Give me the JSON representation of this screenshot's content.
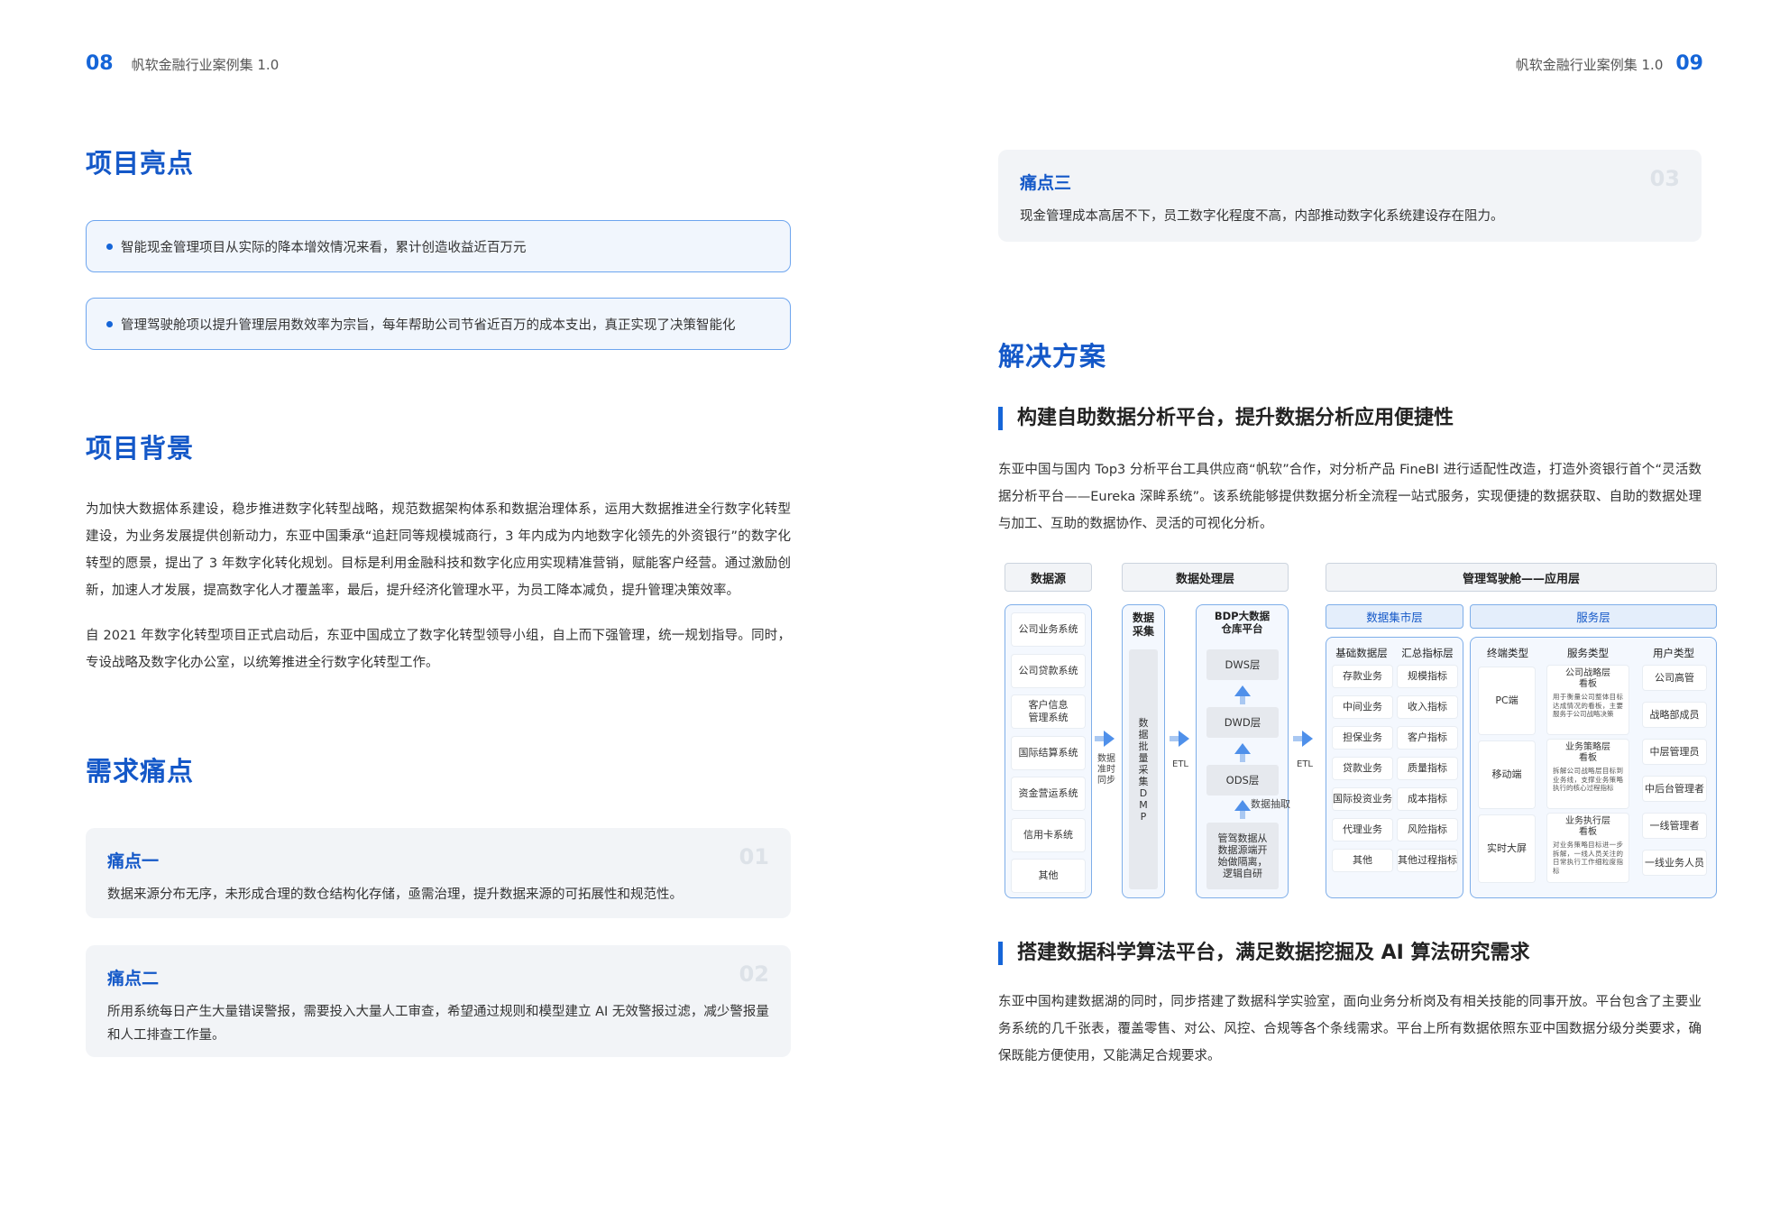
{
  "header": {
    "left_page_num": "08",
    "left_title": "帆软金融行业案例集 1.0",
    "right_title": "帆软金融行业案例集 1.0",
    "right_page_num": "09"
  },
  "highlights": {
    "title": "项目亮点",
    "items": [
      "智能现金管理项目从实际的降本增效情况来看，累计创造收益近百万元",
      "管理驾驶舱项以提升管理层用数效率为宗旨，每年帮助公司节省近百万的成本支出，真正实现了决策智能化"
    ]
  },
  "background": {
    "title": "项目背景",
    "p1": "为加快大数据体系建设，稳步推进数字化转型战略，规范数据架构体系和数据治理体系，运用大数据推进全行数字化转型建设，为业务发展提供创新动力，东亚中国秉承“追赶同等规模城商行，3 年内成为内地数字化领先的外资银行”的数字化转型的愿景，提出了 3 年数字化转化规划。目标是利用金融科技和数字化应用实现精准营销，赋能客户经营。通过激励创新，加速人才发展，提高数字化人才覆盖率，最后，提升经济化管理水平，为员工降本减负，提升管理决策效率。",
    "p2": "自 2021 年数字化转型项目正式启动后，东亚中国成立了数字化转型领导小组，自上而下强管理，统一规划指导。同时，专设战略及数字化办公室，以统筹推进全行数字化转型工作。"
  },
  "pain_points": {
    "title": "需求痛点",
    "items": [
      {
        "title": "痛点一",
        "num": "01",
        "desc": "数据来源分布无序，未形成合理的数仓结构化存储，亟需治理，提升数据来源的可拓展性和规范性。"
      },
      {
        "title": "痛点二",
        "num": "02",
        "desc": "所用系统每日产生大量错误警报，需要投入大量人工审查，希望通过规则和模型建立 AI 无效警报过滤，减少警报量和人工排查工作量。"
      },
      {
        "title": "痛点三",
        "num": "03",
        "desc": "现金管理成本高居不下，员工数字化程度不高，内部推动数字化系统建设存在阻力。"
      }
    ]
  },
  "solution": {
    "title": "解决方案",
    "s1_title": "构建自助数据分析平台，提升数据分析应用便捷性",
    "s1_text": "东亚中国与国内 Top3 分析平台工具供应商“帆软”合作，对分析产品 FineBI 进行适配性改造，打造外资银行首个“灵活数据分析平台——Eureka 深眸系统”。该系统能够提供数据分析全流程一站式服务，实现便捷的数据获取、自助的数据处理与加工、互助的数据协作、灵活的可视化分析。",
    "s2_title": "搭建数据科学算法平台，满足数据挖掘及 AI 算法研究需求",
    "s2_text": "东亚中国构建数据湖的同时，同步搭建了数据科学实验室，面向业务分析岗及有相关技能的同事开放。平台包含了主要业务系统的几千张表，覆盖零售、对公、风控、合规等各个条线需求。平台上所有数据依照东亚中国数据分级分类要求，确保既能方便使用，又能满足合规要求。"
  },
  "diagram": {
    "h_source": "数据源",
    "h_process": "数据处理层",
    "h_app": "管理驾驶舱——应用层",
    "sources": [
      "公司业务系统",
      "公司贷款系统",
      "客户信息\n管理系统",
      "国际结算系统",
      "资金营运系统",
      "信用卡系统",
      "其他"
    ],
    "sync_label": "数据\n准时\n同步",
    "collect_title": "数据\n采集",
    "collect_body": "数据批量采集DMP",
    "etl1": "ETL",
    "bdp_title": "BDP大数据\n仓库平台",
    "dws": "DWS层",
    "dwd": "DWD层",
    "ods": "ODS层",
    "extract": "数据抽取",
    "bdp_note": "管驾数据从\n数据源端开\n始做隔离，\n逻辑自研",
    "etl2": "ETL",
    "mart_hdr": "数据集市层",
    "service_hdr": "服务层",
    "base_title": "基础数据层",
    "base_items": [
      "存款业务",
      "中间业务",
      "担保业务",
      "贷款业务",
      "国际投资业务",
      "代理业务",
      "其他"
    ],
    "summary_title": "汇总指标层",
    "summary_items": [
      "规模指标",
      "收入指标",
      "客户指标",
      "质量指标",
      "成本指标",
      "风险指标",
      "其他过程指标"
    ],
    "terminal_title": "终端类型",
    "terminal_items": [
      "PC端",
      "移动端",
      "实时大屏"
    ],
    "service_title": "服务类型",
    "service_items": [
      {
        "name": "公司战略层\n看板",
        "desc": "用于衡量公司整体目标达成情况的看板，主要服务于公司战略决策"
      },
      {
        "name": "业务策略层\n看板",
        "desc": "拆解公司战略层目标到业务线，支撑业务策略执行的核心过程指标"
      },
      {
        "name": "业务执行层\n看板",
        "desc": "对业务策略目标进一步拆解，一线人员关注的日常执行工作细粒度指标"
      }
    ],
    "user_title": "用户类型",
    "user_items": [
      "公司高管",
      "战略部成员",
      "中层管理员",
      "中后台管理者",
      "一线管理者",
      "一线业务人员"
    ]
  }
}
